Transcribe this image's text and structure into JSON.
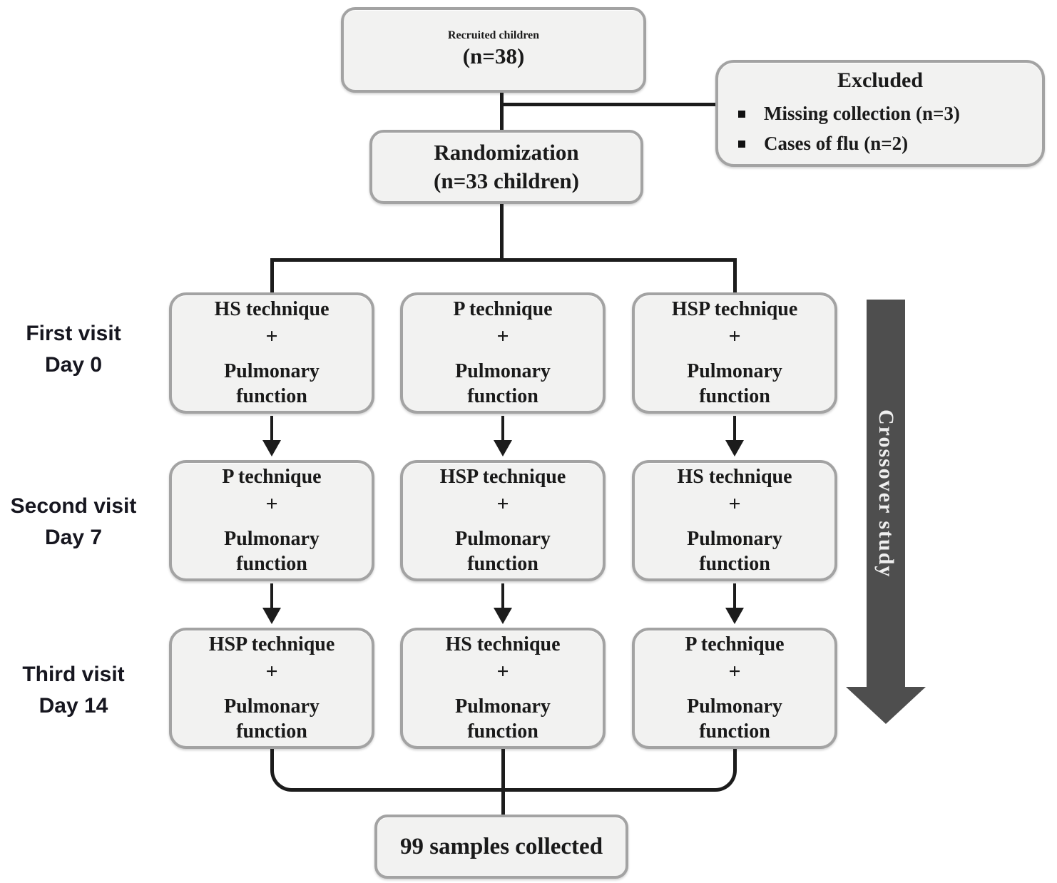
{
  "palette": {
    "box_fill": "#f2f2f1",
    "box_border": "#a3a3a3",
    "line_color": "#1c1c1c",
    "crossover_fill": "#4e4e4e",
    "crossover_text_color": "#efefef"
  },
  "recruited": {
    "line1": "Recruited children",
    "line2": "(n=38)"
  },
  "excluded": {
    "title": "Excluded",
    "items": [
      "Missing collection (n=3)",
      "Cases of flu  (n=2)"
    ]
  },
  "randomization": {
    "line1": "Randomization",
    "line2": "(n=33 children)"
  },
  "visits": [
    {
      "label1": "First visit",
      "label2": "Day 0",
      "boxes": [
        {
          "l1": "HS technique",
          "l2": "+",
          "l3": "Pulmonary",
          "l4": "function"
        },
        {
          "l1": "P technique",
          "l2": "+",
          "l3": "Pulmonary",
          "l4": "function"
        },
        {
          "l1": "HSP technique",
          "l2": "+",
          "l3": "Pulmonary",
          "l4": "function"
        }
      ]
    },
    {
      "label1": "Second visit",
      "label2": "Day 7",
      "boxes": [
        {
          "l1": "P technique",
          "l2": "+",
          "l3": "Pulmonary",
          "l4": "function"
        },
        {
          "l1": "HSP technique",
          "l2": "+",
          "l3": "Pulmonary",
          "l4": "function"
        },
        {
          "l1": "HS technique",
          "l2": "+",
          "l3": "Pulmonary",
          "l4": "function"
        }
      ]
    },
    {
      "label1": "Third visit",
      "label2": "Day 14",
      "boxes": [
        {
          "l1": "HSP technique",
          "l2": "+",
          "l3": "Pulmonary",
          "l4": "function"
        },
        {
          "l1": "HS technique",
          "l2": "+",
          "l3": "Pulmonary",
          "l4": "function"
        },
        {
          "l1": "P technique",
          "l2": "+",
          "l3": "Pulmonary",
          "l4": "function"
        }
      ]
    }
  ],
  "crossover_label": "Crossover study",
  "result_label": "99 samples collected"
}
